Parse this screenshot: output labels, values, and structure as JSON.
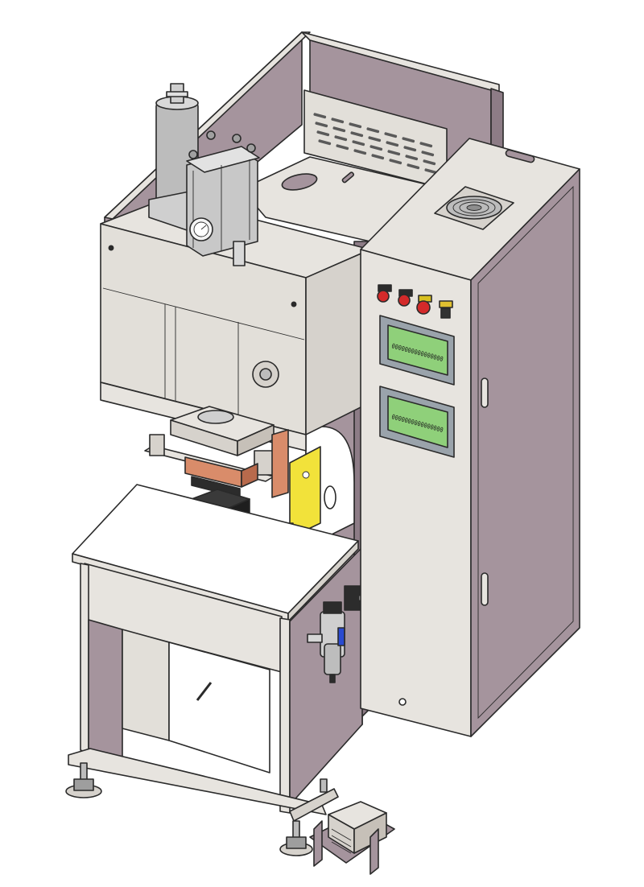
{
  "image": {
    "kind": "isometric CAD drawing of a pneumatic press welding machine",
    "colors": {
      "frame": "#a5949d",
      "frame_dark": "#8d7c86",
      "panel_light": "#e7e4df",
      "panel_mid": "#d6d2cc",
      "screen": "#8fd07a",
      "copper": "#d98c6a",
      "copper_dark": "#b86a4c",
      "electrode_black": "#2c2c2c",
      "yellow_plate": "#f2e23a",
      "cylinder_gray": "#bcbcbc",
      "line": "#2a2a2a",
      "button_red": "#d42a2a"
    },
    "screens": [
      {
        "name": "upper-hmi-screen",
        "text": "0000000000000000"
      },
      {
        "name": "lower-hmi-screen",
        "text": "0000000000000000"
      }
    ],
    "buttons": [
      {
        "name": "red-mushroom-button-1-icon",
        "color": "#d42a2a"
      },
      {
        "name": "red-mushroom-button-2-icon",
        "color": "#d42a2a"
      },
      {
        "name": "emergency-stop-button-icon",
        "color": "#d42a2a"
      },
      {
        "name": "selector-switch-icon",
        "color": "#333333"
      }
    ]
  }
}
